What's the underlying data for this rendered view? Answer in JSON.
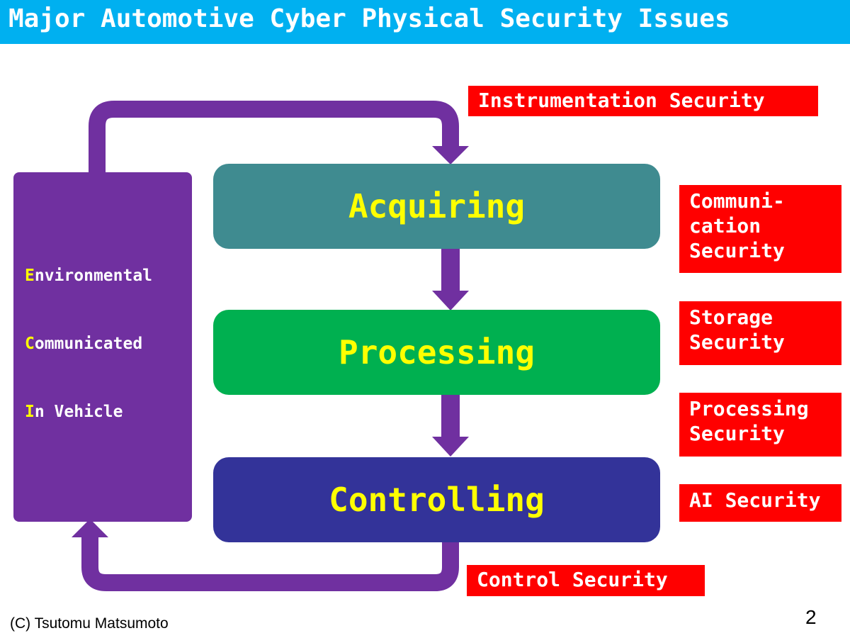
{
  "header": {
    "title": "Major Automotive Cyber Physical Security Issues",
    "background": "#00b0f0"
  },
  "environment": {
    "items": [
      {
        "initial": "E",
        "rest": "nvironmental"
      },
      {
        "initial": "C",
        "rest": "ommunicated"
      },
      {
        "initial": "I",
        "rest": "n Vehicle"
      }
    ],
    "color": "#7030a0"
  },
  "stages": [
    {
      "label": "Acquiring",
      "color": "#3f8b90"
    },
    {
      "label": "Processing",
      "color": "#00b050"
    },
    {
      "label": "Controlling",
      "color": "#333399"
    }
  ],
  "security_labels": {
    "instrumentation": "Instrumentation Security",
    "communication": [
      "Communi-",
      "cation",
      "Security"
    ],
    "storage": [
      "Storage",
      "Security"
    ],
    "processing": [
      "Processing",
      "Security"
    ],
    "ai": "AI Security",
    "control": "Control Security",
    "color": "#ff0000"
  },
  "footer": {
    "copyright": "(C) Tsutomu Matsumoto",
    "page_number": "2"
  },
  "arrow_color": "#7030a0",
  "accent_color": "#ffff00"
}
